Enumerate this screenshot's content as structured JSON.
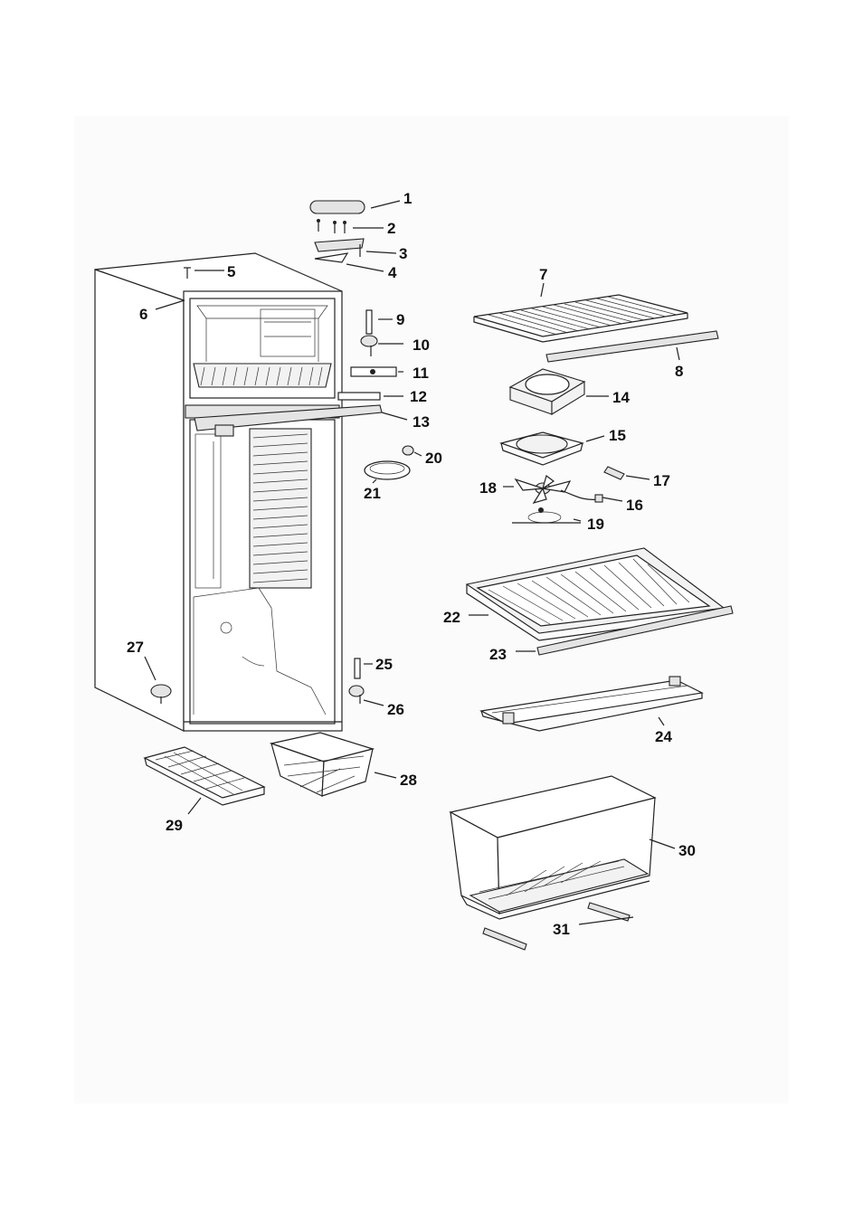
{
  "diagram": {
    "callouts": [
      {
        "id": "c1",
        "label": "1"
      },
      {
        "id": "c2",
        "label": "2"
      },
      {
        "id": "c3",
        "label": "3"
      },
      {
        "id": "c4",
        "label": "4"
      },
      {
        "id": "c5",
        "label": "5"
      },
      {
        "id": "c6",
        "label": "6"
      },
      {
        "id": "c7",
        "label": "7"
      },
      {
        "id": "c8",
        "label": "8"
      },
      {
        "id": "c9",
        "label": "9"
      },
      {
        "id": "c10",
        "label": "10"
      },
      {
        "id": "c11",
        "label": "11"
      },
      {
        "id": "c12",
        "label": "12"
      },
      {
        "id": "c13",
        "label": "13"
      },
      {
        "id": "c14",
        "label": "14"
      },
      {
        "id": "c15",
        "label": "15"
      },
      {
        "id": "c16",
        "label": "16"
      },
      {
        "id": "c17",
        "label": "17"
      },
      {
        "id": "c18",
        "label": "18"
      },
      {
        "id": "c19",
        "label": "19"
      },
      {
        "id": "c20",
        "label": "20"
      },
      {
        "id": "c21",
        "label": "21"
      },
      {
        "id": "c22",
        "label": "22"
      },
      {
        "id": "c23",
        "label": "23"
      },
      {
        "id": "c24",
        "label": "24"
      },
      {
        "id": "c25",
        "label": "25"
      },
      {
        "id": "c26",
        "label": "26"
      },
      {
        "id": "c27",
        "label": "27"
      },
      {
        "id": "c28",
        "label": "28"
      },
      {
        "id": "c29",
        "label": "29"
      },
      {
        "id": "c30",
        "label": "30"
      },
      {
        "id": "c31",
        "label": "31"
      }
    ]
  }
}
